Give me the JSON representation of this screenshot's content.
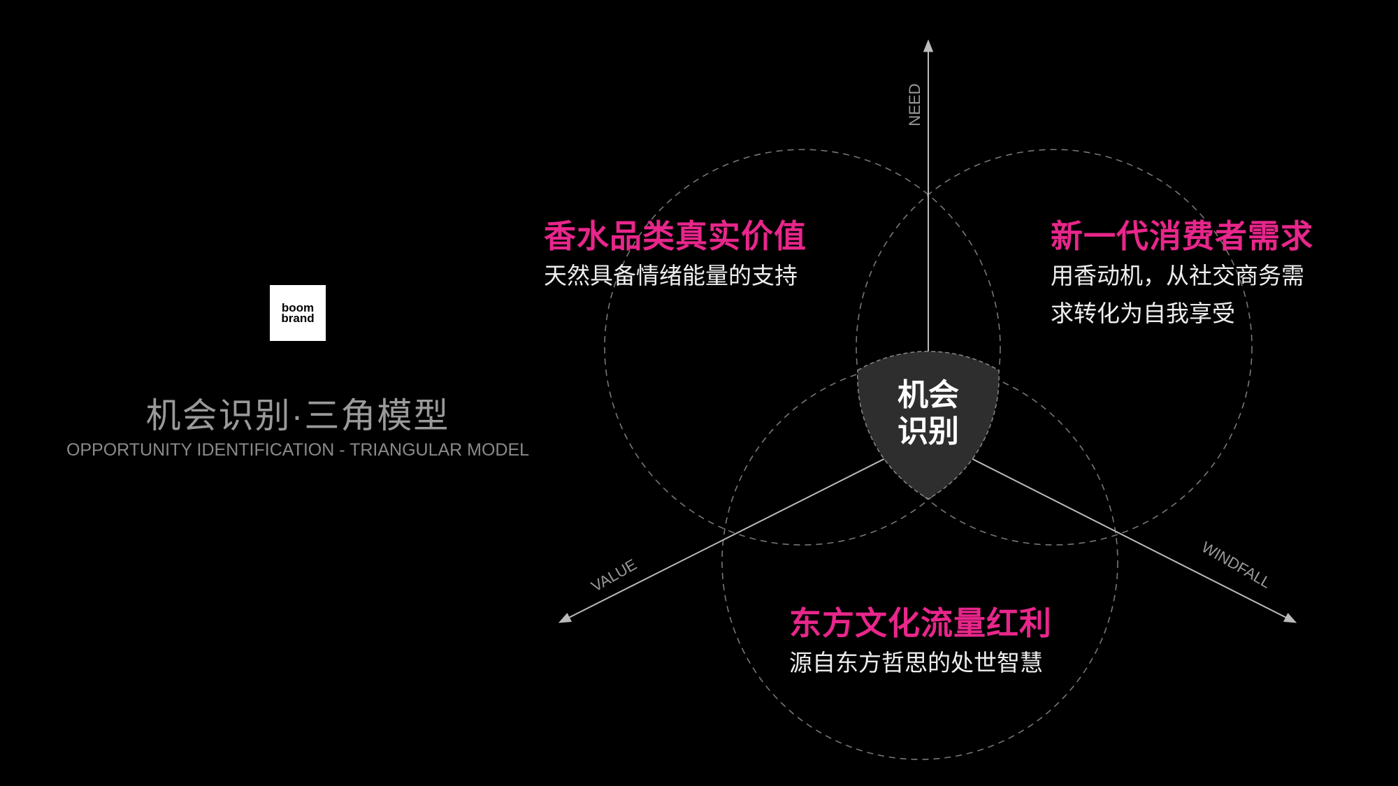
{
  "logo": {
    "line1": "boom",
    "line2": "brand"
  },
  "left": {
    "title": "机会识别·三角模型",
    "subtitle": "OPPORTUNITY IDENTIFICATION - TRIANGULAR MODEL"
  },
  "axes": {
    "need": "NEED",
    "value": "VALUE",
    "windfall": "WINDFALL"
  },
  "center": {
    "line1": "机会",
    "line2": "识别"
  },
  "blocks": {
    "top_left": {
      "title": "香水品类真实价值",
      "lines": [
        "天然具备情绪能量的支持"
      ]
    },
    "top_right": {
      "title": "新一代消费者需求",
      "lines": [
        "用香动机，从社交商务需",
        "求转化为自我享受"
      ]
    },
    "bottom": {
      "title": "东方文化流量红利",
      "lines": [
        "源自东方哲思的处世智慧"
      ]
    }
  },
  "colors": {
    "accent": "#e8268b",
    "background": "#000000"
  }
}
